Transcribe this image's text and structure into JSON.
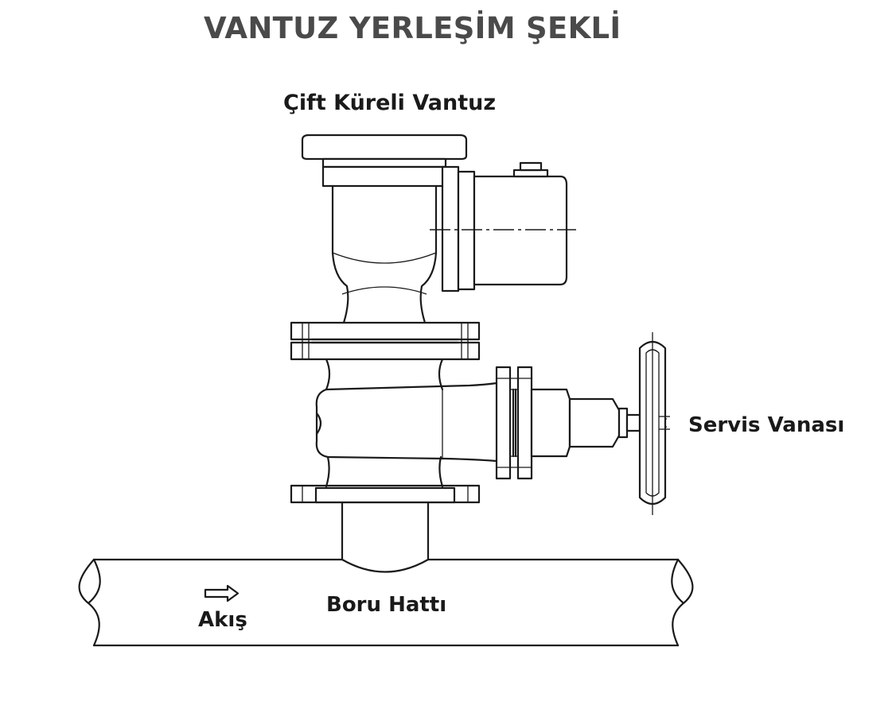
{
  "title": "VANTUZ YERLEŞİM ŞEKLİ",
  "labels": {
    "valve": "Çift Küreli Vantuz",
    "service_valve": "Servis Vanası",
    "pipeline": "Boru Hattı",
    "flow": "Akış"
  },
  "icons": {
    "flow_arrow": "right-arrow-outline"
  },
  "colors": {
    "title": "#4a4a4a",
    "line": "#1a1a1a",
    "background": "#ffffff"
  }
}
